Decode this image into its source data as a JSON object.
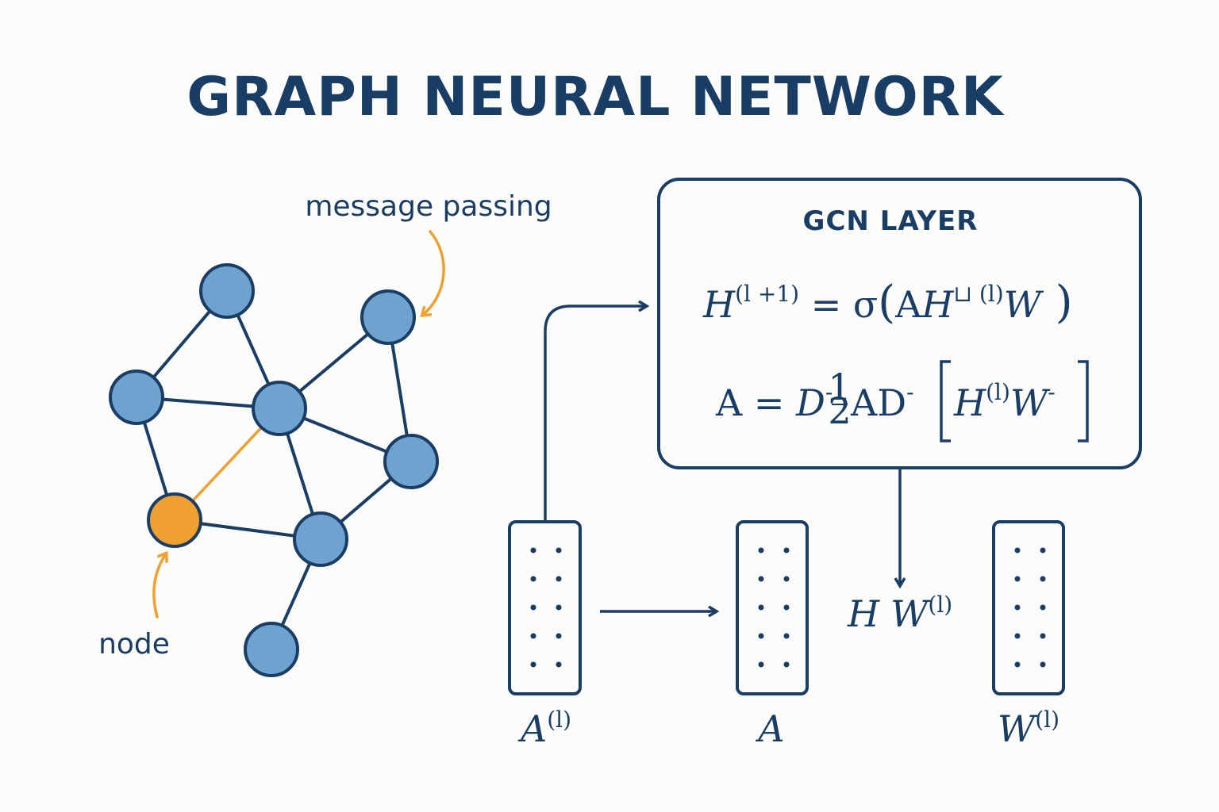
{
  "title": "GRAPH NEURAL NETWORK",
  "colors": {
    "primary": "#1a3d66",
    "node_fill": "#6ea3cf",
    "highlight": "#f0a030",
    "background": "#fbfbf9"
  },
  "graph": {
    "message_label": "message passing",
    "node_label": "node"
  },
  "gcn_layer": {
    "title": "GCN LAYER",
    "eq1": {
      "lhs": "H",
      "lhs_sup": "(l +1)",
      "eq_sigma": " = σ",
      "open_paren": "(",
      "a": "A",
      "h": "H",
      "h_sup": "⊔ (l)",
      "w": "W",
      "close_paren": " )"
    },
    "eq2": {
      "a": "A",
      "eq": " = ",
      "d": "D",
      "minus": "-",
      "frac_num": "1",
      "frac_den": "2",
      "ad": "AD",
      "minus2": "-",
      "h": "H",
      "h_sup": "(l)",
      "w": "W",
      "w_sup": "-"
    }
  },
  "matrices": {
    "left_label": "A",
    "left_sup": "(l)",
    "mid_label": "A",
    "product_h": "H",
    "product_w": "W",
    "product_sup": "(l)",
    "right_label": "W",
    "right_sup": "(l)"
  }
}
